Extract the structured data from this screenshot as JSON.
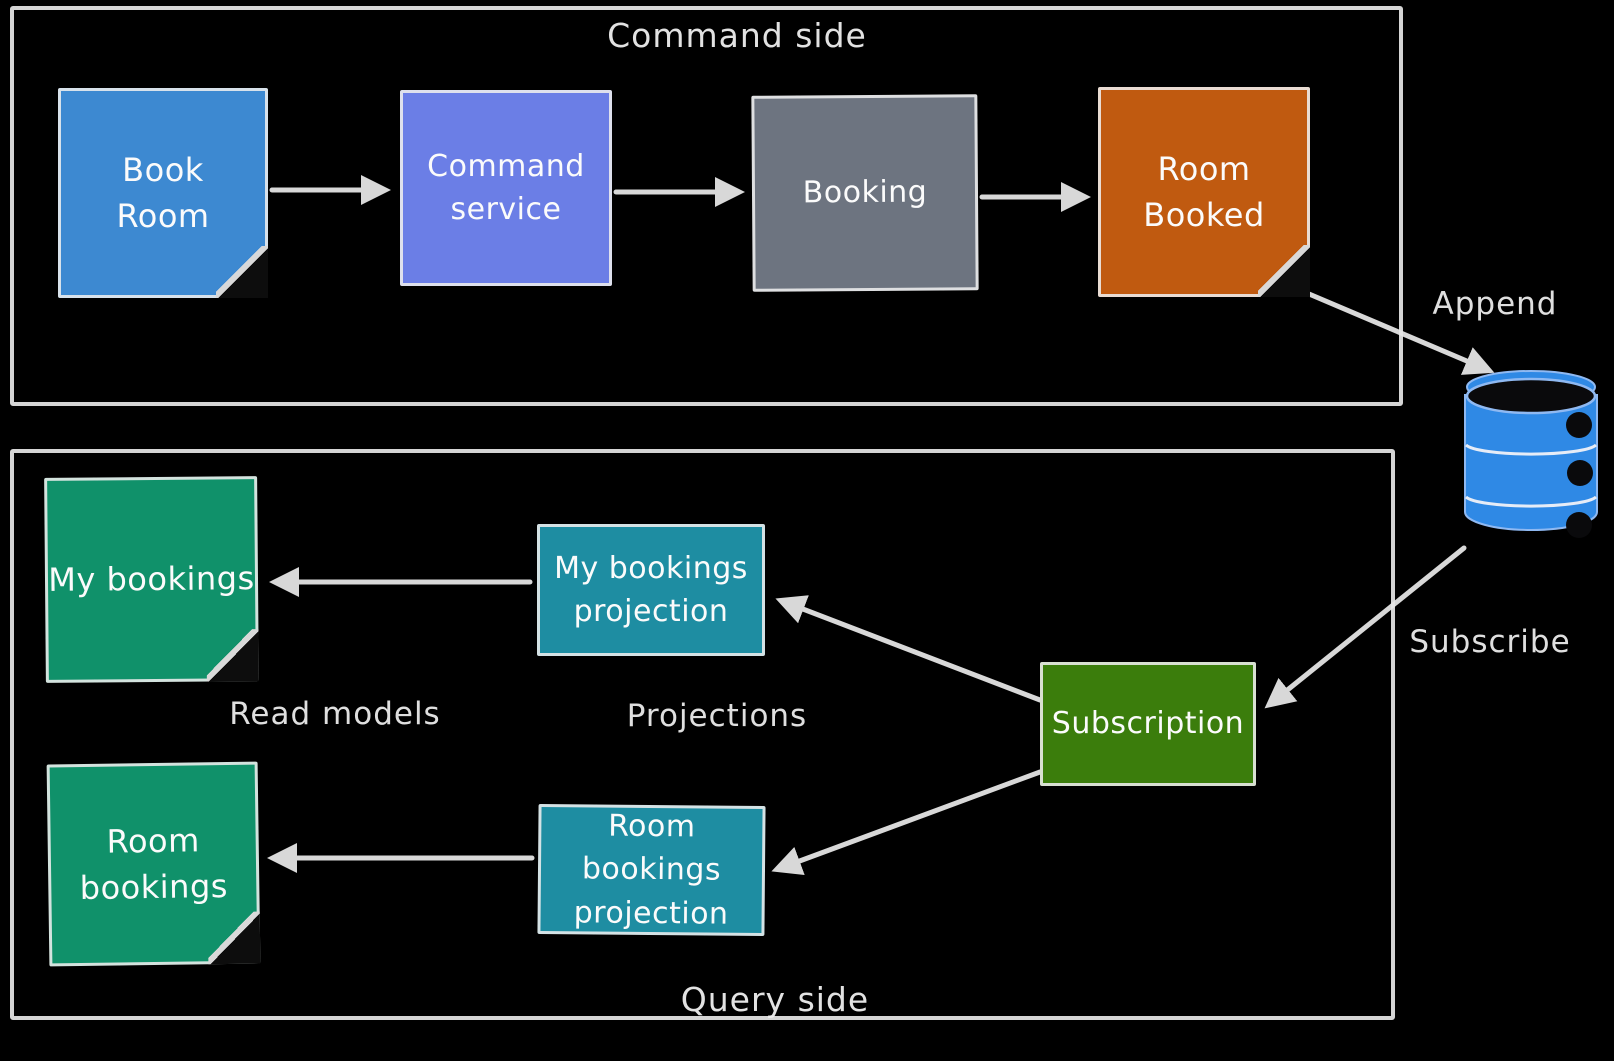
{
  "palette": {
    "background": "#000000",
    "stroke": "#e9e9e9",
    "label_text": "#ededed",
    "node_text": "#fbfbfb"
  },
  "containers": {
    "command_side": {
      "label": "Command side"
    },
    "query_side": {
      "label": "Query side"
    }
  },
  "nodes": {
    "book_room": {
      "label": "Book\nRoom",
      "color": "#3d89d1",
      "kind": "sticky-note"
    },
    "command_service": {
      "label": "Command\nservice",
      "color": "#6b7ee6",
      "kind": "box"
    },
    "booking": {
      "label": "Booking",
      "color": "#6d7480",
      "kind": "box"
    },
    "room_booked": {
      "label": "Room\nBooked",
      "color": "#c05a10",
      "kind": "sticky-note"
    },
    "event_store": {
      "kind": "database",
      "color": "#2f89e5",
      "accent": "#8fb9f2",
      "hole": "#0a0a0c"
    },
    "my_bookings": {
      "label": "My bookings",
      "color": "#10916a",
      "kind": "sticky-note"
    },
    "my_bookings_projection": {
      "label": "My bookings\nprojection",
      "color": "#1e8da2",
      "kind": "box"
    },
    "subscription": {
      "label": "Subscription",
      "color": "#3b7d0c",
      "kind": "box"
    },
    "room_bookings": {
      "label": "Room\nbookings",
      "color": "#10916a",
      "kind": "sticky-note"
    },
    "room_bookings_projection": {
      "label": "Room\nbookings\nprojection",
      "color": "#1e8da2",
      "kind": "box"
    }
  },
  "edge_labels": {
    "append": "Append",
    "subscribe": "Subscribe",
    "read_models": "Read models",
    "projections": "Projections"
  }
}
